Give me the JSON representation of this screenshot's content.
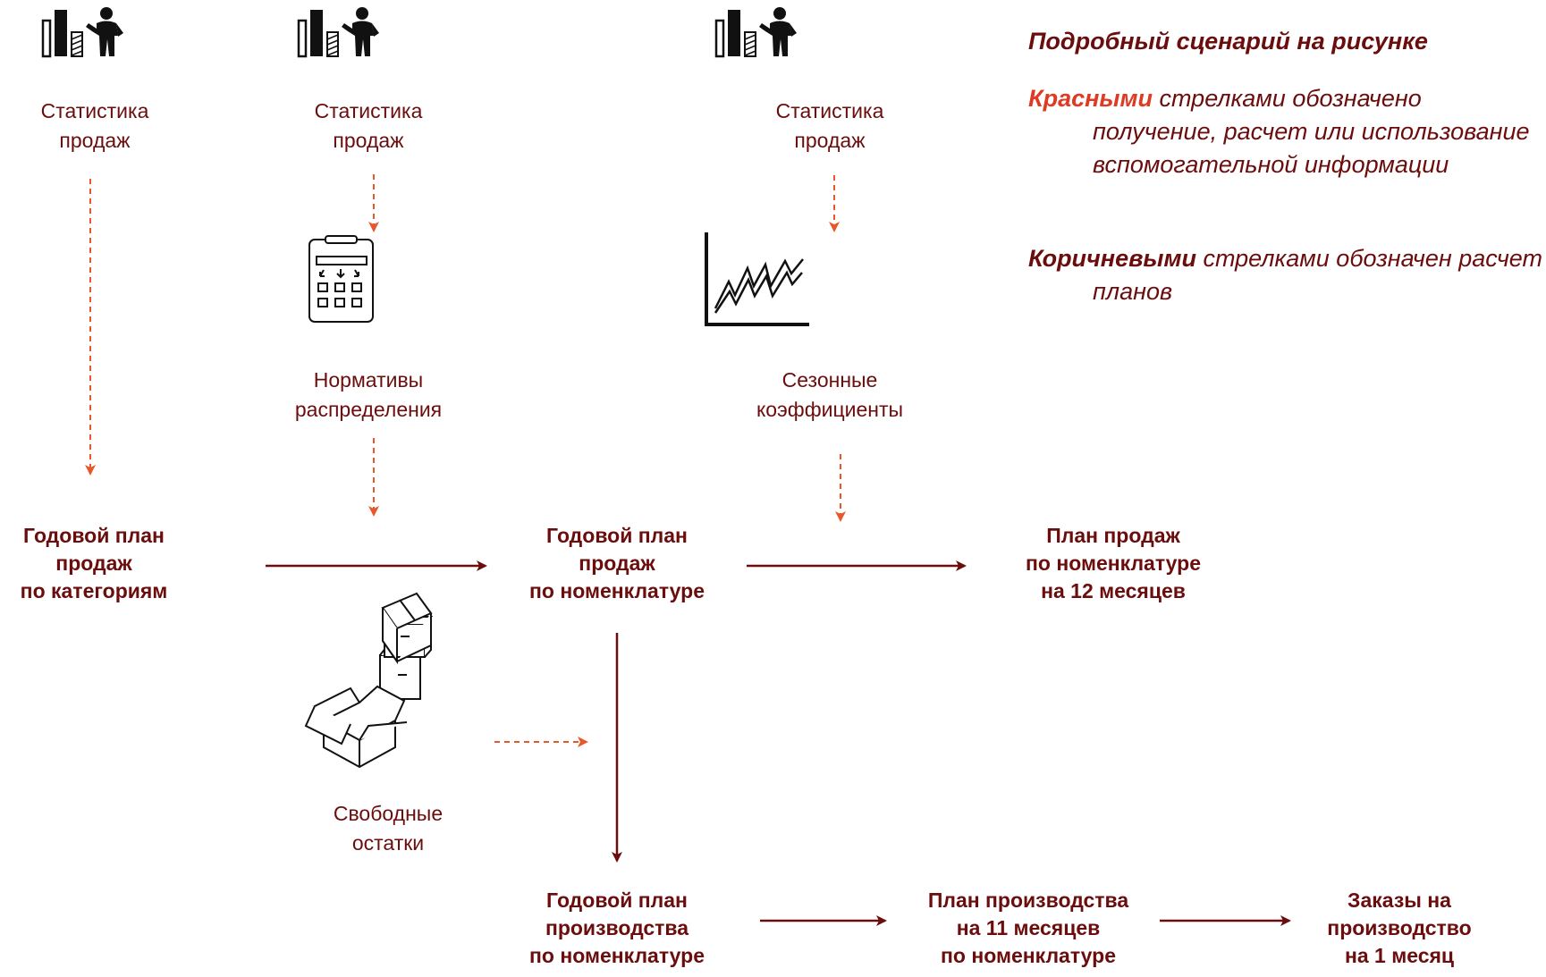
{
  "legend": {
    "title": "Подробный сценарий на рисунке",
    "red_word": "Красными",
    "red_text": "стрелками обозначено получение, расчет или использование вспомогательной информации",
    "brown_word": "Коричневыми",
    "brown_text": "стрелками обозначен расчет планов"
  },
  "sources": {
    "stats_1": [
      "Статистика",
      "продаж"
    ],
    "stats_2": [
      "Статистика",
      "продаж"
    ],
    "stats_3": [
      "Статистика",
      "продаж"
    ],
    "norms": [
      "Нормативы",
      "распределения"
    ],
    "seasonal": [
      "Сезонные",
      "коэффициенты"
    ],
    "stock": [
      "Свободные",
      "остатки"
    ]
  },
  "nodes": {
    "annual_category": [
      "Годовой план",
      "продаж",
      "по категориям"
    ],
    "annual_nomenclature": [
      "Годовой план",
      "продаж",
      "по номенклатуре"
    ],
    "sales_12m": [
      "План продаж",
      "по номенклатуре",
      "на 12 месяцев"
    ],
    "annual_production": [
      "Годовой план",
      "производства",
      "по номенклатуре"
    ],
    "production_11m": [
      "План производства",
      "на 11 месяцев",
      "по номенклатуре"
    ],
    "orders_1m": [
      "Заказы на",
      "производство",
      "на 1 месяц"
    ]
  },
  "colors": {
    "brown": "#6b0d0d",
    "red_arrow": "#e8572b",
    "red_text": "#e03a22",
    "icon": "#111111"
  },
  "icons": {
    "stats": "businessman-with-bar-chart-icon",
    "norms": "calculator-clipboard-icon",
    "seasonal": "line-chart-icon",
    "stock": "stacked-boxes-icon"
  }
}
